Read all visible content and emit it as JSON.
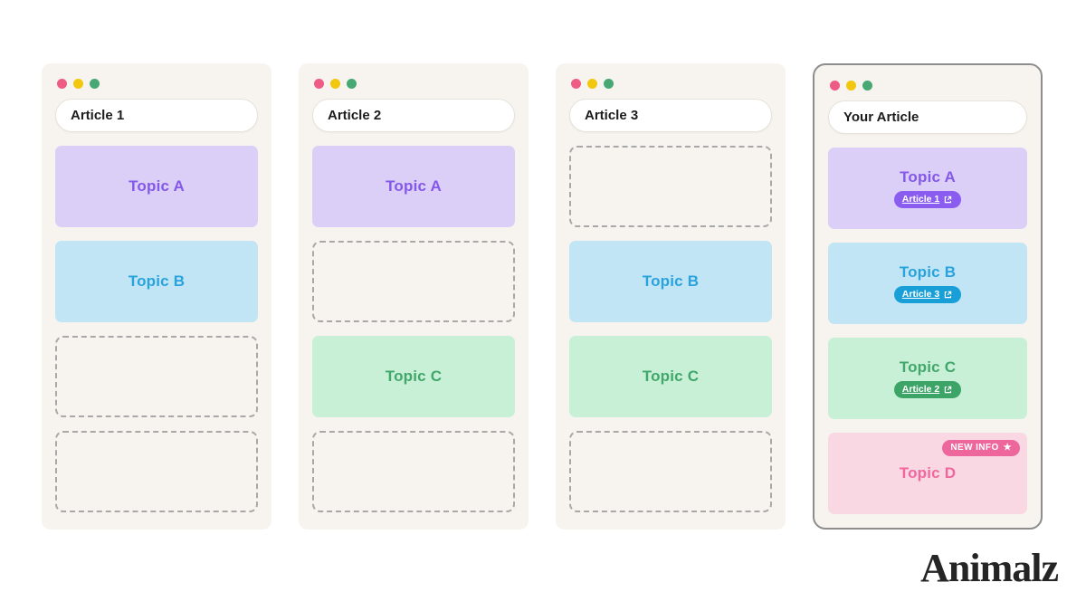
{
  "logo": "Animalz",
  "colors": {
    "page_bg": "#ffffff",
    "card_bg": "#f7f4ef",
    "highlight_border": "#8d8d8d",
    "dot_red": "#ee5b85",
    "dot_yellow": "#f2c70f",
    "dot_green": "#47a873",
    "purple_bg": "#dccff7",
    "purple_text": "#8458e8",
    "purple_badge": "#8a5cf0",
    "blue_bg": "#c1e5f5",
    "blue_text": "#2aa3dd",
    "blue_badge": "#189fd8",
    "green_bg": "#c8f0d7",
    "green_text": "#42a76b",
    "green_badge": "#3ca466",
    "pink_bg": "#f9d8e4",
    "pink_text": "#f0679d",
    "new_info_badge": "#ee679c",
    "dashed_border": "#a8a8a8"
  },
  "cards": [
    {
      "title": "Article 1",
      "highlighted": false,
      "slots": [
        {
          "type": "topic",
          "label": "Topic A",
          "color": "purple"
        },
        {
          "type": "topic",
          "label": "Topic B",
          "color": "blue"
        },
        {
          "type": "empty"
        },
        {
          "type": "empty"
        }
      ]
    },
    {
      "title": "Article 2",
      "highlighted": false,
      "slots": [
        {
          "type": "topic",
          "label": "Topic A",
          "color": "purple"
        },
        {
          "type": "empty"
        },
        {
          "type": "topic",
          "label": "Topic C",
          "color": "green"
        },
        {
          "type": "empty"
        }
      ]
    },
    {
      "title": "Article 3",
      "highlighted": false,
      "slots": [
        {
          "type": "empty"
        },
        {
          "type": "topic",
          "label": "Topic B",
          "color": "blue"
        },
        {
          "type": "topic",
          "label": "Topic C",
          "color": "green"
        },
        {
          "type": "empty"
        }
      ]
    },
    {
      "title": "Your Article",
      "highlighted": true,
      "slots": [
        {
          "type": "topic",
          "label": "Topic A",
          "color": "purple",
          "badge": "Article 1",
          "badge_icon": "external-link"
        },
        {
          "type": "topic",
          "label": "Topic B",
          "color": "blue",
          "badge": "Article 3",
          "badge_icon": "external-link"
        },
        {
          "type": "topic",
          "label": "Topic C",
          "color": "green",
          "badge": "Article 2",
          "badge_icon": "external-link"
        },
        {
          "type": "topic",
          "label": "Topic D",
          "color": "pink",
          "corner_badge": "NEW INFO",
          "corner_badge_icon": "star"
        }
      ]
    }
  ]
}
